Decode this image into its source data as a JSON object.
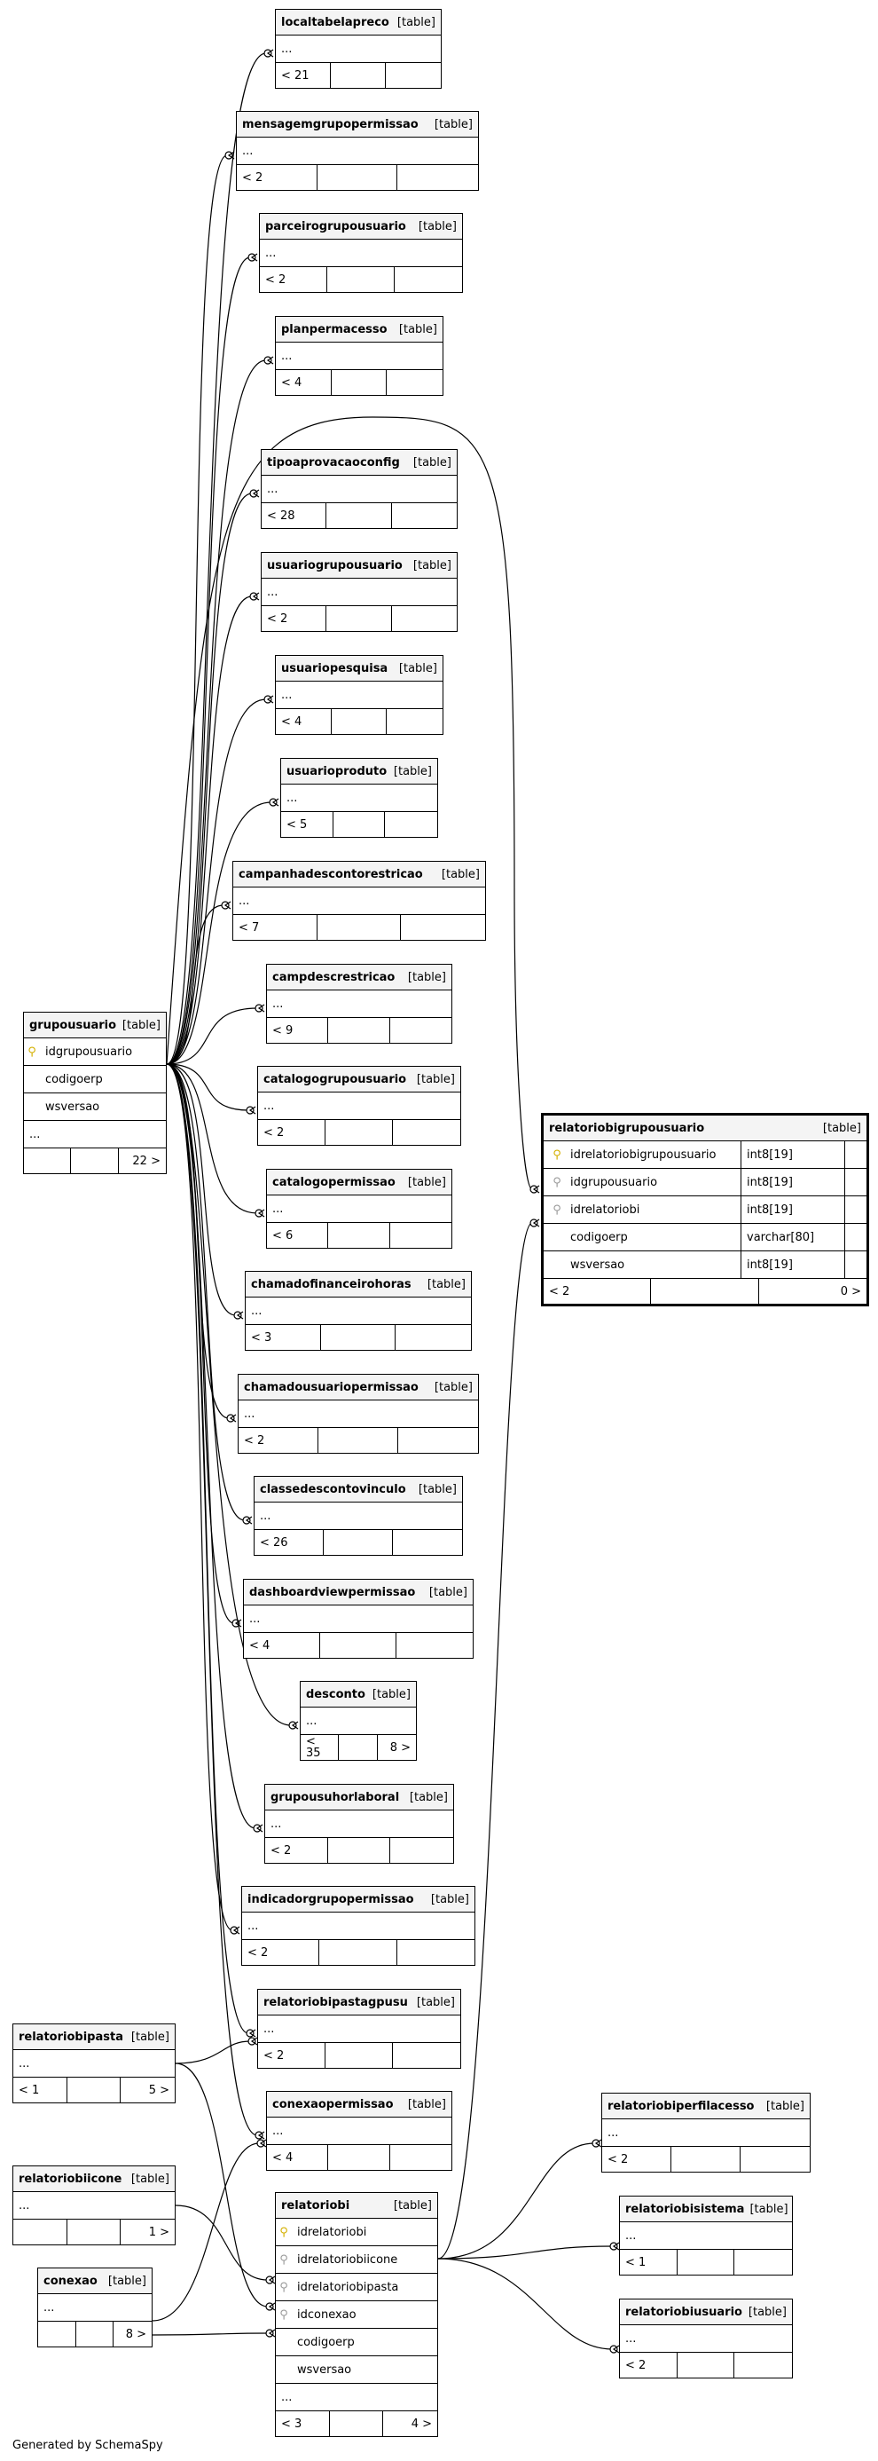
{
  "tables": {
    "localtabelapreco": {
      "name": "localtabelapreco",
      "kind": "[table]",
      "ellipsis": "...",
      "left": "< 21",
      "right": ""
    },
    "mensagemgrupopermissao": {
      "name": "mensagemgrupopermissao",
      "kind": "[table]",
      "ellipsis": "...",
      "left": "< 2",
      "right": ""
    },
    "parceirogrupousuario": {
      "name": "parceirogrupousuario",
      "kind": "[table]",
      "ellipsis": "...",
      "left": "< 2",
      "right": ""
    },
    "planpermacesso": {
      "name": "planpermacesso",
      "kind": "[table]",
      "ellipsis": "...",
      "left": "< 4",
      "right": ""
    },
    "tipoaprovacaoconfig": {
      "name": "tipoaprovacaoconfig",
      "kind": "[table]",
      "ellipsis": "...",
      "left": "< 28",
      "right": ""
    },
    "usuariogrupousuario": {
      "name": "usuariogrupousuario",
      "kind": "[table]",
      "ellipsis": "...",
      "left": "< 2",
      "right": ""
    },
    "usuariopesquisa": {
      "name": "usuariopesquisa",
      "kind": "[table]",
      "ellipsis": "...",
      "left": "< 4",
      "right": ""
    },
    "usuarioproduto": {
      "name": "usuarioproduto",
      "kind": "[table]",
      "ellipsis": "...",
      "left": "< 5",
      "right": ""
    },
    "campanhadescontorestricao": {
      "name": "campanhadescontorestricao",
      "kind": "[table]",
      "ellipsis": "...",
      "left": "< 7",
      "right": ""
    },
    "campdescrestricao": {
      "name": "campdescrestricao",
      "kind": "[table]",
      "ellipsis": "...",
      "left": "< 9",
      "right": ""
    },
    "catalogogrupousuario": {
      "name": "catalogogrupousuario",
      "kind": "[table]",
      "ellipsis": "...",
      "left": "< 2",
      "right": ""
    },
    "catalogopermissao": {
      "name": "catalogopermissao",
      "kind": "[table]",
      "ellipsis": "...",
      "left": "< 6",
      "right": ""
    },
    "chamadofinanceirohoras": {
      "name": "chamadofinanceirohoras",
      "kind": "[table]",
      "ellipsis": "...",
      "left": "< 3",
      "right": ""
    },
    "chamadousuariopermissao": {
      "name": "chamadousuariopermissao",
      "kind": "[table]",
      "ellipsis": "...",
      "left": "< 2",
      "right": ""
    },
    "classedescontovinculo": {
      "name": "classedescontovinculo",
      "kind": "[table]",
      "ellipsis": "...",
      "left": "< 26",
      "right": ""
    },
    "dashboardviewpermissao": {
      "name": "dashboardviewpermissao",
      "kind": "[table]",
      "ellipsis": "...",
      "left": "< 4",
      "right": ""
    },
    "desconto": {
      "name": "desconto",
      "kind": "[table]",
      "ellipsis": "...",
      "left": "< 35",
      "right": "8 >"
    },
    "grupousuhorlaboral": {
      "name": "grupousuhorlaboral",
      "kind": "[table]",
      "ellipsis": "...",
      "left": "< 2",
      "right": ""
    },
    "indicadorgrupopermissao": {
      "name": "indicadorgrupopermissao",
      "kind": "[table]",
      "ellipsis": "...",
      "left": "< 2",
      "right": ""
    },
    "relatoriobipastagpusu": {
      "name": "relatoriobipastagpusu",
      "kind": "[table]",
      "ellipsis": "...",
      "left": "< 2",
      "right": ""
    },
    "conexaopermissao": {
      "name": "conexaopermissao",
      "kind": "[table]",
      "ellipsis": "...",
      "left": "< 4",
      "right": ""
    },
    "relatoriobiperfilacesso": {
      "name": "relatoriobiperfilacesso",
      "kind": "[table]",
      "ellipsis": "...",
      "left": "< 2",
      "right": ""
    },
    "relatoriobisistema": {
      "name": "relatoriobisistema",
      "kind": "[table]",
      "ellipsis": "...",
      "left": "< 1",
      "right": ""
    },
    "relatoriobiusuario": {
      "name": "relatoriobiusuario",
      "kind": "[table]",
      "ellipsis": "...",
      "left": "< 2",
      "right": ""
    },
    "relatoriobipasta": {
      "name": "relatoriobipasta",
      "kind": "[table]",
      "ellipsis": "...",
      "left": "< 1",
      "right": "5 >"
    },
    "relatoriobiicone": {
      "name": "relatoriobiicone",
      "kind": "[table]",
      "ellipsis": "...",
      "left": "",
      "right": "1 >"
    },
    "conexao": {
      "name": "conexao",
      "kind": "[table]",
      "ellipsis": "...",
      "left": "",
      "right": "8 >"
    }
  },
  "grupousuario": {
    "name": "grupousuario",
    "kind": "[table]",
    "columns": [
      "idgrupousuario",
      "codigoerp",
      "wsversao"
    ],
    "ellipsis": "...",
    "left": "",
    "right": "22 >"
  },
  "relatoriobi": {
    "name": "relatoriobi",
    "kind": "[table]",
    "columns": [
      "idrelatoriobi",
      "idrelatoriobiicone",
      "idrelatoriobipasta",
      "idconexao",
      "codigoerp",
      "wsversao"
    ],
    "ellipsis": "...",
    "left": "< 3",
    "right": "4 >"
  },
  "relatoriobigrupousuario": {
    "name": "relatoriobigrupousuario",
    "kind": "[table]",
    "columns": [
      {
        "name": "idrelatoriobigrupousuario",
        "type": "int8[19]"
      },
      {
        "name": "idgrupousuario",
        "type": "int8[19]"
      },
      {
        "name": "idrelatoriobi",
        "type": "int8[19]"
      },
      {
        "name": "codigoerp",
        "type": "varchar[80]"
      },
      {
        "name": "wsversao",
        "type": "int8[19]"
      }
    ],
    "left": "< 2",
    "right": "0 >"
  },
  "footer": {
    "generated_by": "Generated by SchemaSpy"
  },
  "colors": {
    "line": "#000000",
    "header_bg": "#f4f4f4",
    "pk_key": "#d4b000",
    "fk_key": "#9a9a9a"
  }
}
